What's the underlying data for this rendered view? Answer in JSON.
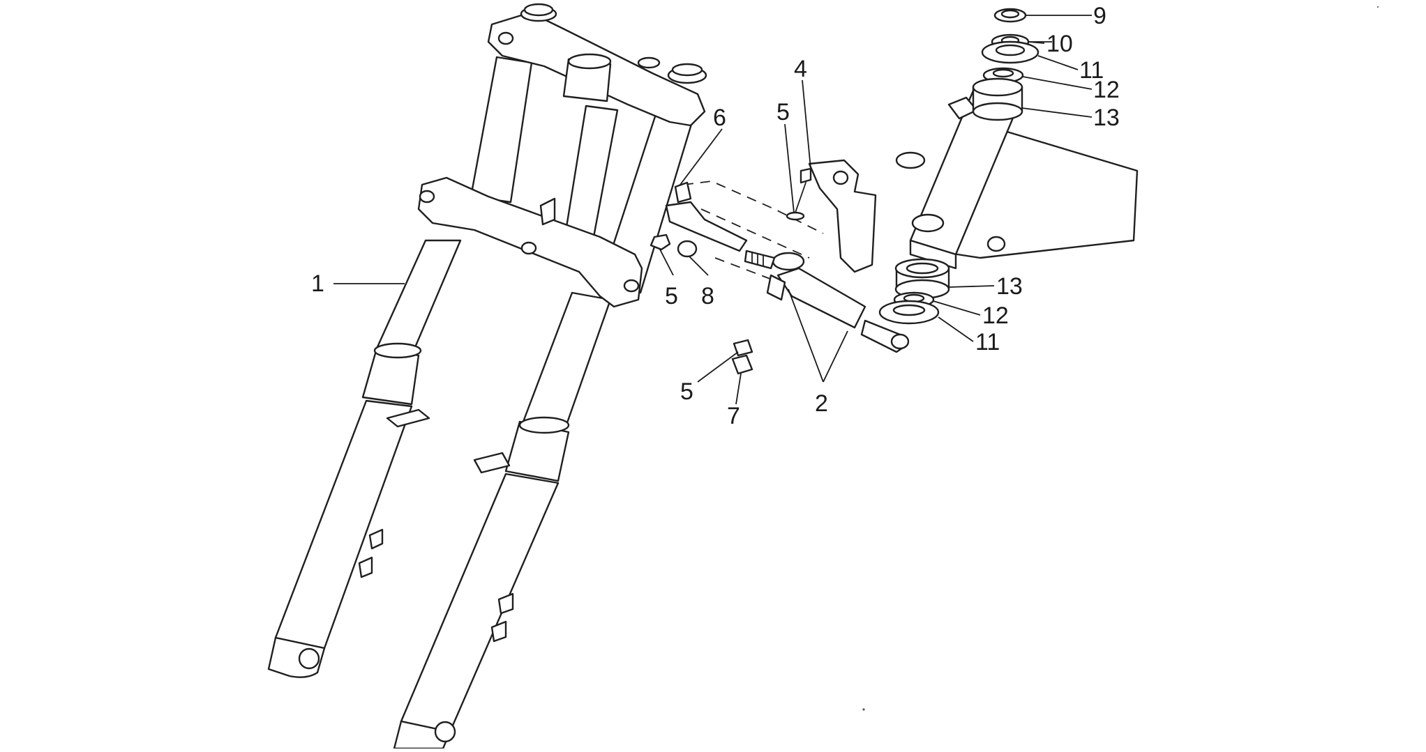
{
  "callouts": [
    {
      "id": "c1",
      "text": "1"
    },
    {
      "id": "c2",
      "text": "2"
    },
    {
      "id": "c4",
      "text": "4"
    },
    {
      "id": "c5a",
      "text": "5"
    },
    {
      "id": "c5b",
      "text": "5"
    },
    {
      "id": "c5c",
      "text": "5"
    },
    {
      "id": "c6",
      "text": "6"
    },
    {
      "id": "c7",
      "text": "7"
    },
    {
      "id": "c8",
      "text": "8"
    },
    {
      "id": "c9",
      "text": "9"
    },
    {
      "id": "c10",
      "text": "10"
    },
    {
      "id": "c11a",
      "text": "11"
    },
    {
      "id": "c12a",
      "text": "12"
    },
    {
      "id": "c13a",
      "text": "13"
    },
    {
      "id": "c13b",
      "text": "13"
    },
    {
      "id": "c12b",
      "text": "12"
    },
    {
      "id": "c11b",
      "text": "11"
    }
  ],
  "colors": {
    "line": "#1f1f1f",
    "background": "#ffffff"
  }
}
